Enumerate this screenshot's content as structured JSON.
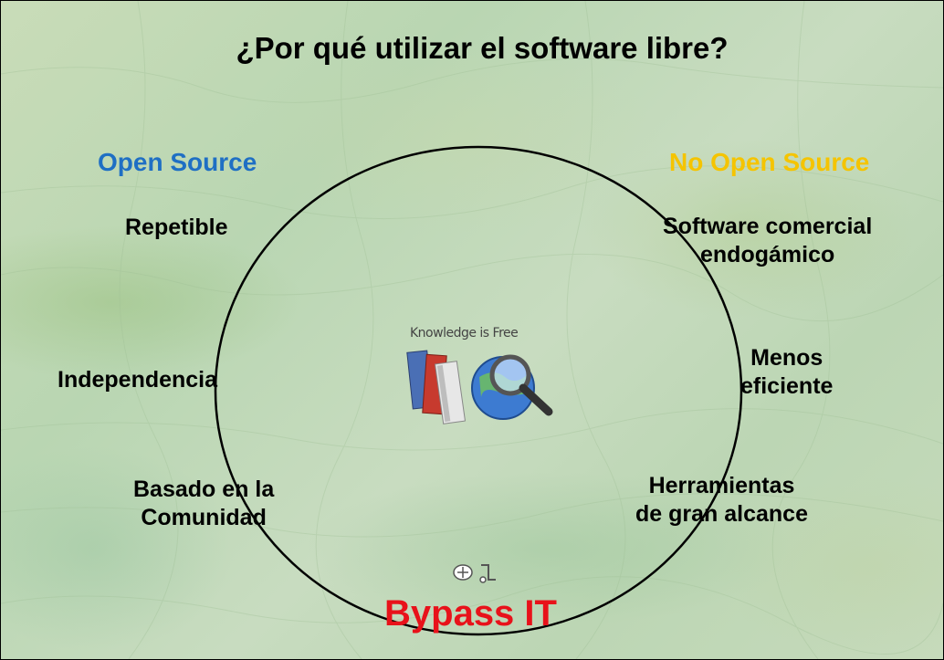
{
  "slide": {
    "title": "¿Por qué utilizar el software libre?",
    "left_heading": "Open Source",
    "right_heading": "No Open Source",
    "left_items": [
      "Repetible",
      "Independencia",
      "Basado en la\nComunidad"
    ],
    "right_items": [
      "Software comercial\nendogámico",
      "Menos\neficiente",
      "Herramientas\nde gran alcance"
    ],
    "center_caption": "Knowledge is Free",
    "bottom_label": "Bypass IT"
  },
  "colors": {
    "left_heading": "#1f6fc4",
    "right_heading": "#f5c400",
    "bottom_label": "#e8121a",
    "background": "#c3d9b8"
  },
  "icons": [
    "books-icon",
    "magnifier-globe-icon",
    "small-logo-icon"
  ]
}
